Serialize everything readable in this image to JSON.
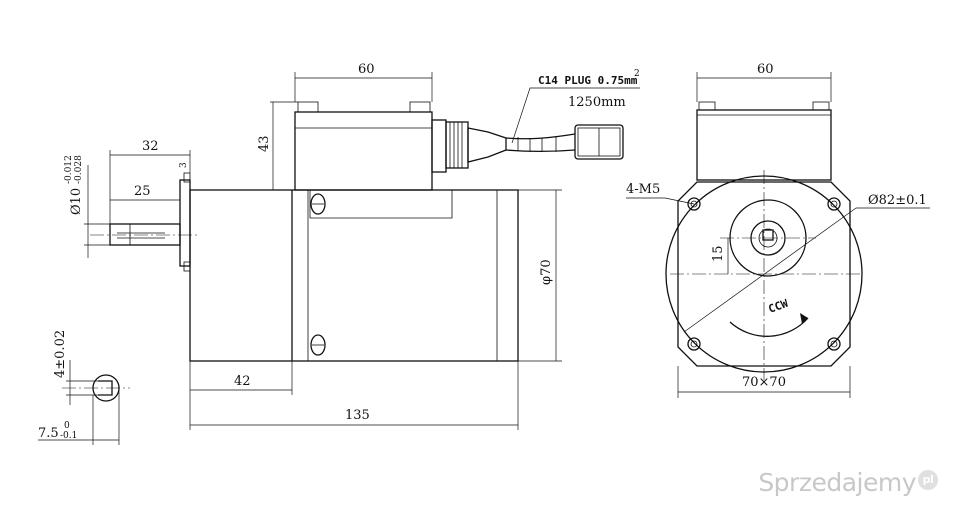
{
  "dimensions": {
    "shaft_length": "32",
    "shaft_flat": "25",
    "flange_thickness": "3",
    "shaft_diameter_base": "Ø10",
    "shaft_diameter_tol_upper": "-0.012",
    "shaft_diameter_tol_lower": "-0.028",
    "gearbox_length": "42",
    "total_length": "135",
    "body_diameter": "φ70",
    "terminal_box_width_side": "60",
    "terminal_box_height": "43",
    "terminal_box_width_front": "60",
    "mount_holes": "4-M5",
    "pcd": "Ø82±0.1",
    "shaft_offset": "15",
    "square_size": "70×70",
    "key_height": "4±0.02",
    "key_depth_base": "7.5",
    "key_depth_tol_upper": "0",
    "key_depth_tol_lower": "-0.1"
  },
  "cable": {
    "plug_label": "C14 PLUG 0.75mm",
    "plug_superscript": "2",
    "length_label": "1250mm"
  },
  "rotation_label": "CCW",
  "watermark": {
    "text": "Sprzedajemy",
    "badge": "pl"
  }
}
